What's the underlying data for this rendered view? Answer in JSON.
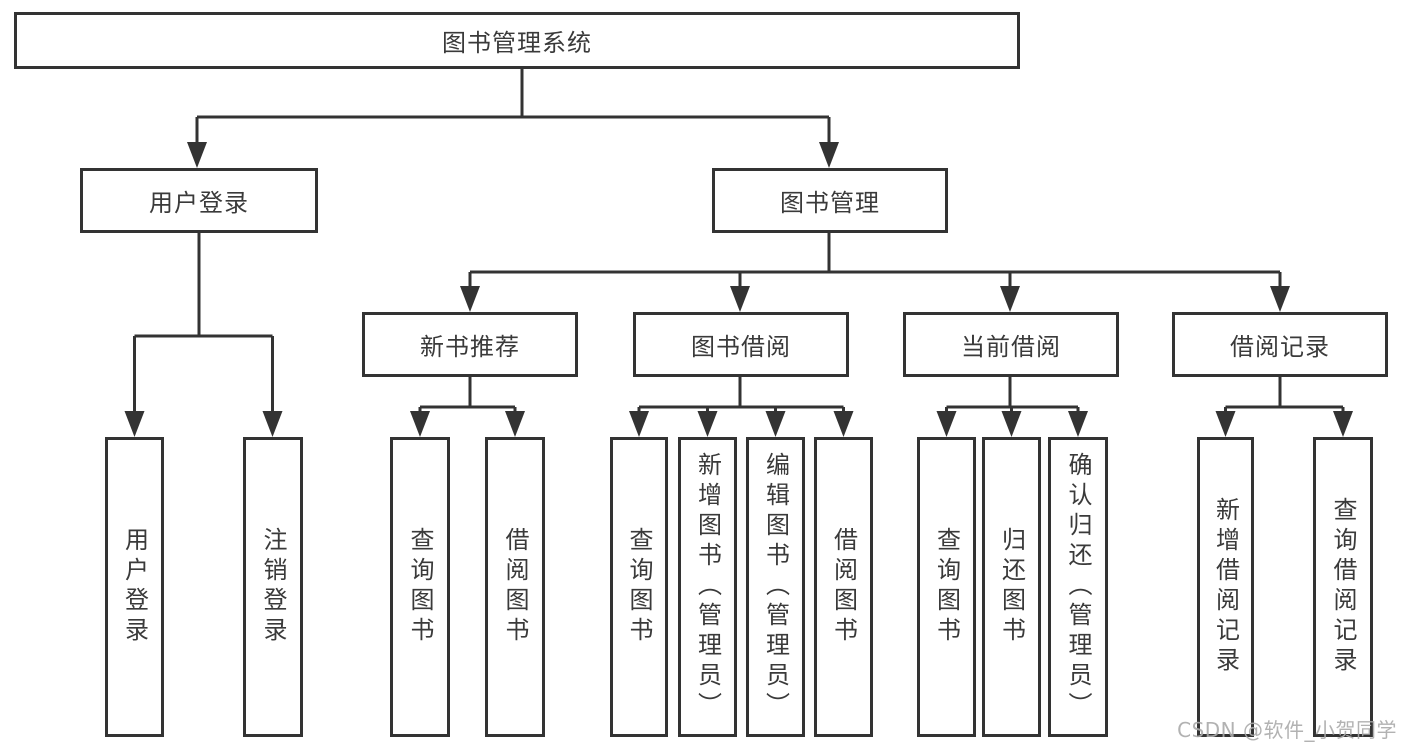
{
  "colors": {
    "line": "#333333",
    "node_border": "#333333",
    "node_text": "#3a3a3a",
    "background": "#ffffff",
    "watermark": "#aaaaaa"
  },
  "watermark": "CSDN @软件_小贺同学",
  "diagram": {
    "root": {
      "label": "图书管理系统"
    },
    "branches": [
      {
        "label": "用户登录",
        "children": [
          {
            "label": "用户登录"
          },
          {
            "label": "注销登录"
          }
        ]
      },
      {
        "label": "图书管理",
        "sections": [
          {
            "label": "新书推荐",
            "children": [
              {
                "label": "查询图书"
              },
              {
                "label": "借阅图书"
              }
            ]
          },
          {
            "label": "图书借阅",
            "children": [
              {
                "label": "查询图书"
              },
              {
                "label": "新增图书（管理员）"
              },
              {
                "label": "编辑图书（管理员）"
              },
              {
                "label": "借阅图书"
              }
            ]
          },
          {
            "label": "当前借阅",
            "children": [
              {
                "label": "查询图书"
              },
              {
                "label": "归还图书"
              },
              {
                "label": "确认归还（管理员）"
              }
            ]
          },
          {
            "label": "借阅记录",
            "children": [
              {
                "label": "新增借阅记录"
              },
              {
                "label": "查询借阅记录"
              }
            ]
          }
        ]
      }
    ]
  }
}
